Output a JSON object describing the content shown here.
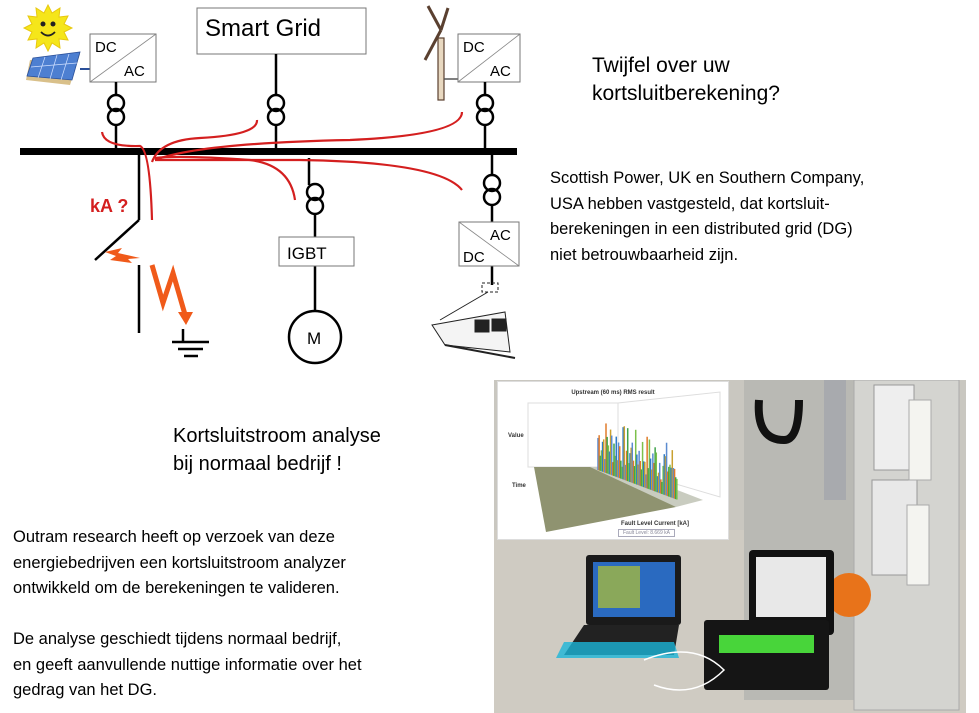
{
  "diagram": {
    "smart_grid_label": "Smart Grid",
    "converter_left": {
      "top": "DC",
      "bottom": "AC"
    },
    "converter_right": {
      "top": "DC",
      "bottom": "AC"
    },
    "converter_train": {
      "top": "AC",
      "bottom": "DC"
    },
    "igbt_label": "IGBT",
    "motor_label": "M",
    "fault_label": "kA ?",
    "colors": {
      "fault_current": "#d41f1f",
      "bolt": "#f05a1a",
      "sun": "#f5e61a",
      "panel": "#4d7fd1"
    }
  },
  "top_right": {
    "title_lines": [
      "Twijfel over  uw",
      "kortsluitberekening?"
    ],
    "paragraph_lines": [
      "Scottish Power, UK en Southern  Company,",
      "USA hebben  vastgesteld, dat kortsluit-",
      "berekeningen  in een distributed grid (DG)",
      "niet betrouwbaarheid  zijn."
    ]
  },
  "bottom_left": {
    "title_lines": [
      "Kortsluitstroom analyse",
      "bij normaal bedrijf !"
    ],
    "paragraph1_lines": [
      "Outram  research heeft op verzoek van deze",
      "energiebedrijven  een kortsluitstroom  analyzer",
      "ontwikkeld  om de berekeningen  te valideren."
    ],
    "paragraph2_lines": [
      "De analyse geschiedt tijdens normaal  bedrijf,",
      "en geeft aanvullende  nuttige  informatie over het",
      "gedrag  van het DG."
    ]
  },
  "photo": {
    "chart_inset": {
      "title": "Upstream (60 ms) RMS result",
      "ylabel": "Value",
      "zlabel": "Time",
      "xlabel": "Fault Level Current [kA]",
      "fault_level_readout": "Fault Level:   8.669 kA"
    }
  }
}
